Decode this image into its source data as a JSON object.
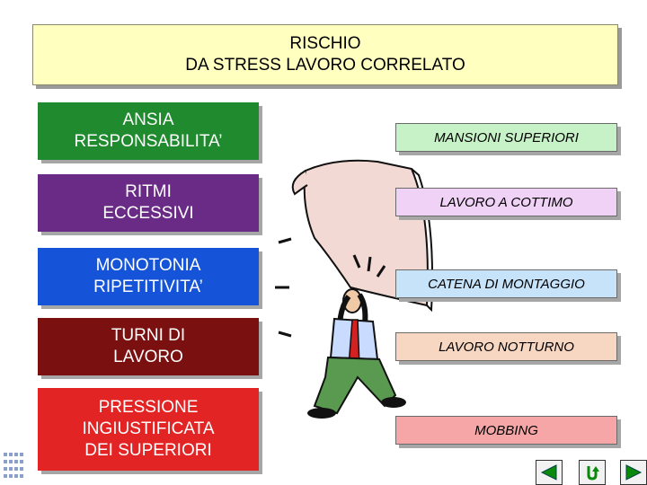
{
  "title": {
    "line1": "RISCHIO",
    "line2": "DA STRESS LAVORO CORRELATO"
  },
  "left_boxes": [
    {
      "lines": [
        "ANSIA",
        "RESPONSABILITA’"
      ],
      "color": "#1f8a2e"
    },
    {
      "lines": [
        "RITMI",
        "ECCESSIVI"
      ],
      "color": "#6a2b86"
    },
    {
      "lines": [
        "MONOTONIA",
        "RIPETITIVITA’"
      ],
      "color": "#1554d8"
    },
    {
      "lines": [
        "TURNI  DI",
        "LAVORO"
      ],
      "color": "#7a1010"
    },
    {
      "lines": [
        "PRESSIONE",
        "INGIUSTIFICATA",
        "DEI SUPERIORI"
      ],
      "color": "#e32424"
    }
  ],
  "right_boxes": [
    {
      "label": "MANSIONI SUPERIORI",
      "color": "#c7f2c7"
    },
    {
      "label": "LAVORO A COTTIMO",
      "color": "#f0d2f6"
    },
    {
      "label": "CATENA DI MONTAGGIO",
      "color": "#c7e3fa"
    },
    {
      "label": "LAVORO NOTTURNO",
      "color": "#f7d6c2"
    },
    {
      "label": "MOBBING",
      "color": "#f6a6a6"
    }
  ],
  "nav": {
    "back_icon": "triangle-left-icon",
    "return_icon": "return-arrow-icon",
    "forward_icon": "triangle-right-icon",
    "accent": "#0a8a0a"
  }
}
